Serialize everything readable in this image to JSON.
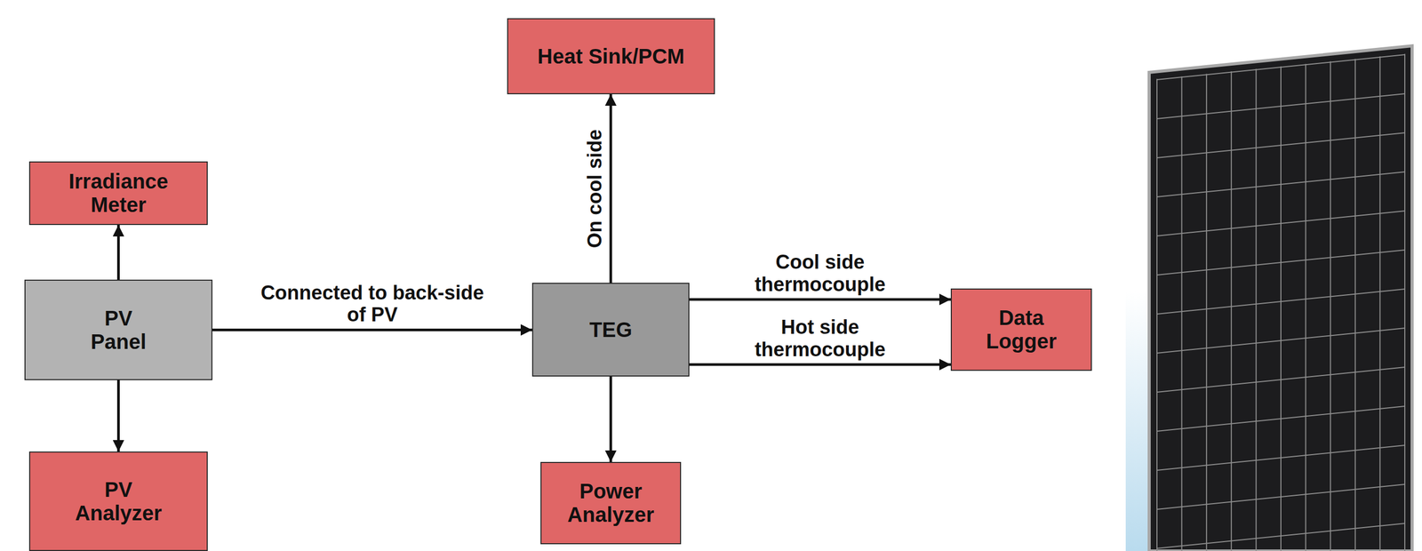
{
  "diagram": {
    "nodes": [
      {
        "text": [
          "Heat Sink/PCM"
        ]
      },
      {
        "text": [
          "Irradiance Meter"
        ]
      },
      {
        "text": [
          "PV Panel"
        ]
      },
      {
        "text": [
          "TEG"
        ]
      },
      {
        "text": [
          "Data Logger"
        ]
      },
      {
        "text": [
          "PV Analyzer"
        ]
      },
      {
        "text": [
          "Power Analyzer"
        ]
      }
    ],
    "edges": [
      {
        "from": 2,
        "to": 1,
        "arrow": "to"
      },
      {
        "from": 2,
        "to": 5,
        "arrow": "to"
      },
      {
        "from": 2,
        "to": 3,
        "label": "Connected to back-side of PV",
        "arrow": "to"
      },
      {
        "from": 3,
        "to": 0,
        "label": "On cool side",
        "arrow": "to"
      },
      {
        "from": 3,
        "to": 6,
        "arrow": "to"
      },
      {
        "from": 3,
        "to": 4,
        "label": "Cool side thermocouple",
        "arrow": "to"
      },
      {
        "from": 3,
        "to": 4,
        "label": "Hot side thermocouple",
        "arrow": "to"
      }
    ]
  }
}
